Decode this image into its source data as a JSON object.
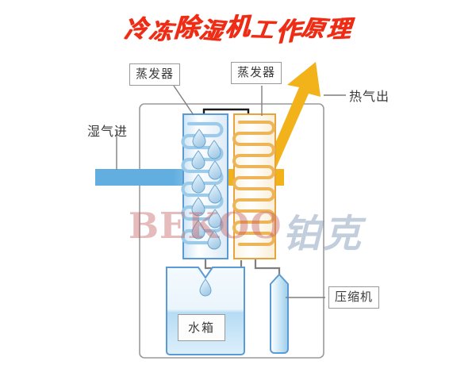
{
  "diagram": {
    "title": "冷冻除湿机工作原理",
    "title_color": "#ef2b16",
    "watermark_latin": "BEKOO",
    "watermark_cjk": "铂克",
    "watermark_latin_color": "#c45c60",
    "watermark_cjk_color": "#7892b2",
    "labels": {
      "evaporator_left": "蒸发器",
      "evaporator_right": "蒸发器",
      "hot_air_out": "热气出",
      "moist_air_in": "湿气进",
      "compressor": "压缩机",
      "water_tank": "水箱"
    },
    "colors": {
      "housing_outline": "#9a9a9a",
      "cold_coil_blue": "#5b9bd5",
      "cold_coil_fill": "#d6e9f7",
      "hot_coil_orange": "#e8a33d",
      "hot_coil_fill": "#fdf3de",
      "air_in_band": "#5ba9dd",
      "hot_arrow": "#f2b21a",
      "pipe_gray": "#808080",
      "pipe_black": "#1a1a1a",
      "tank_blue": "#7fbde8",
      "droplet_blue": "#bcd9ee"
    },
    "components": {
      "evaporator_coil_turns": 11,
      "condenser_coil_turns": 13,
      "droplet_count": 10
    }
  }
}
